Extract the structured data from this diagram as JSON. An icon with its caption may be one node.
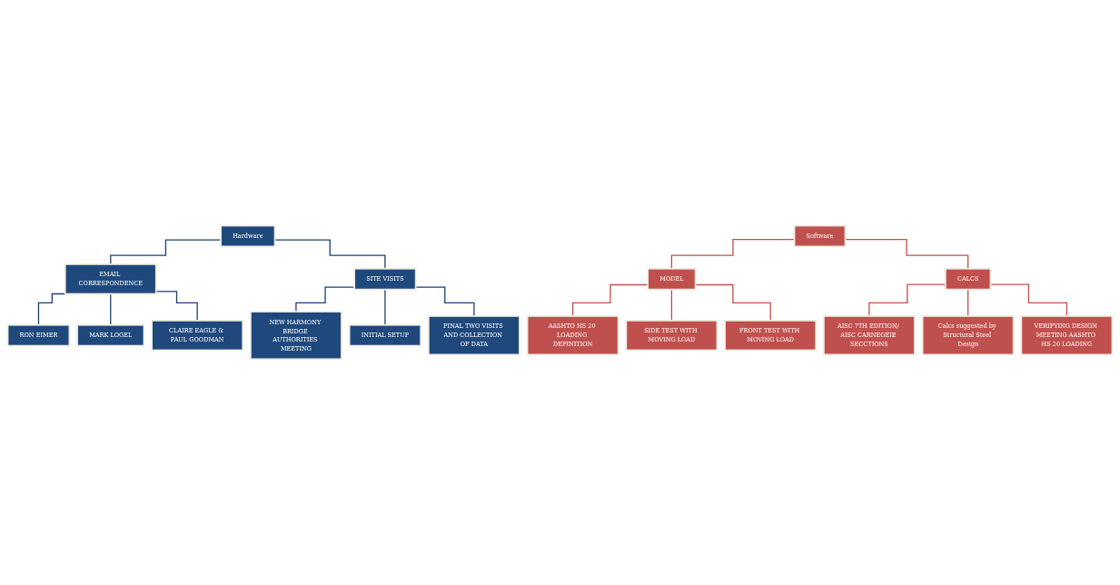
{
  "diagram": {
    "nodes": [
      {
        "text": [
          "Hardware"
        ]
      },
      {
        "text": [
          "EMAIL CORRESPONDENCE"
        ]
      },
      {
        "text": [
          "SITE VISITS"
        ]
      },
      {
        "text": [
          "RON EIMER"
        ]
      },
      {
        "text": [
          "MARK LOGEL"
        ]
      },
      {
        "text": [
          "CLAIRE EAGLE & PAUL GOODMAN"
        ]
      },
      {
        "text": [
          "NEW HARMONY BRIDGE AUTHORITIES MEETING"
        ]
      },
      {
        "text": [
          "INITIAL SETUP"
        ]
      },
      {
        "text": [
          "FINAL TWO VISITS AND COLLECTION OF DATA"
        ]
      },
      {
        "text": [
          "Software"
        ]
      },
      {
        "text": [
          "MODEL"
        ]
      },
      {
        "text": [
          "CALCS"
        ]
      },
      {
        "text": [
          "AASHTO HS 20 LOADING DEFINITION"
        ]
      },
      {
        "text": [
          "SIDE TEST WITH MOVING LOAD"
        ]
      },
      {
        "text": [
          "FRONT TEST WITH MOVING LOAD"
        ]
      },
      {
        "text": [
          "AISC 7TH EDITION/ AISC CARNEGEIE SECCTIONS"
        ]
      },
      {
        "text": [
          "Calcs suggested by Structural Steel Design"
        ]
      },
      {
        "text": [
          "VERIFYING DESIGN MEETING AASHTO HS 20 LOADING"
        ]
      }
    ],
    "edges": [
      {
        "from": 0,
        "to": 1,
        "arrow": "none",
        "color": "#1f3f6e"
      },
      {
        "from": 0,
        "to": 2,
        "arrow": "none",
        "color": "#1f3f6e"
      },
      {
        "from": 1,
        "to": 3,
        "arrow": "none",
        "color": "#1f3f6e"
      },
      {
        "from": 1,
        "to": 4,
        "arrow": "none",
        "color": "#1f3f6e"
      },
      {
        "from": 1,
        "to": 5,
        "arrow": "none",
        "color": "#1f3f6e"
      },
      {
        "from": 2,
        "to": 6,
        "arrow": "none",
        "color": "#1f3f6e"
      },
      {
        "from": 2,
        "to": 7,
        "arrow": "none",
        "color": "#1f3f6e"
      },
      {
        "from": 2,
        "to": 8,
        "arrow": "none",
        "color": "#1f3f6e"
      },
      {
        "from": 9,
        "to": 10,
        "arrow": "none",
        "color": "#c0504d"
      },
      {
        "from": 9,
        "to": 11,
        "arrow": "none",
        "color": "#c0504d"
      },
      {
        "from": 10,
        "to": 12,
        "arrow": "none",
        "color": "#c0504d"
      },
      {
        "from": 10,
        "to": 13,
        "arrow": "none",
        "color": "#c0504d"
      },
      {
        "from": 10,
        "to": 14,
        "arrow": "none",
        "color": "#c0504d"
      },
      {
        "from": 11,
        "to": 15,
        "arrow": "none",
        "color": "#c0504d"
      },
      {
        "from": 11,
        "to": 16,
        "arrow": "none",
        "color": "#c0504d"
      },
      {
        "from": 11,
        "to": 17,
        "arrow": "none",
        "color": "#c0504d"
      }
    ]
  }
}
